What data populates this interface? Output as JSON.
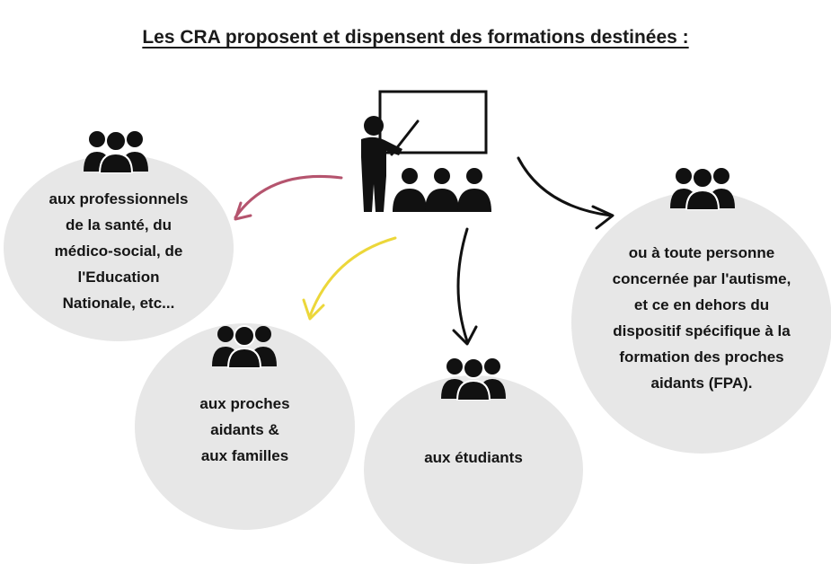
{
  "title": "Les CRA proposent et dispensent des formations destinées :",
  "colors": {
    "bubble": "#e7e7e7",
    "arrow_professionals": "#b5546e",
    "arrow_families": "#ecd73a",
    "arrow_other": "#111111"
  },
  "center_icon": "teacher-presenting-to-group-icon",
  "audiences": [
    {
      "id": "professionals",
      "icon": "people-group-icon",
      "text": "aux professionnels\nde la santé, du\nmédico-social, de\nl'Education\nNationale, etc..."
    },
    {
      "id": "families",
      "icon": "people-group-icon",
      "text": "aux proches\naidants &\naux familles"
    },
    {
      "id": "students",
      "icon": "people-group-icon",
      "text": "aux étudiants"
    },
    {
      "id": "others",
      "icon": "people-group-icon",
      "text": "ou à toute personne\nconcernée par l'autisme,\net ce en dehors du\ndispositif spécifique à la\nformation des proches\naidants (FPA)."
    }
  ]
}
